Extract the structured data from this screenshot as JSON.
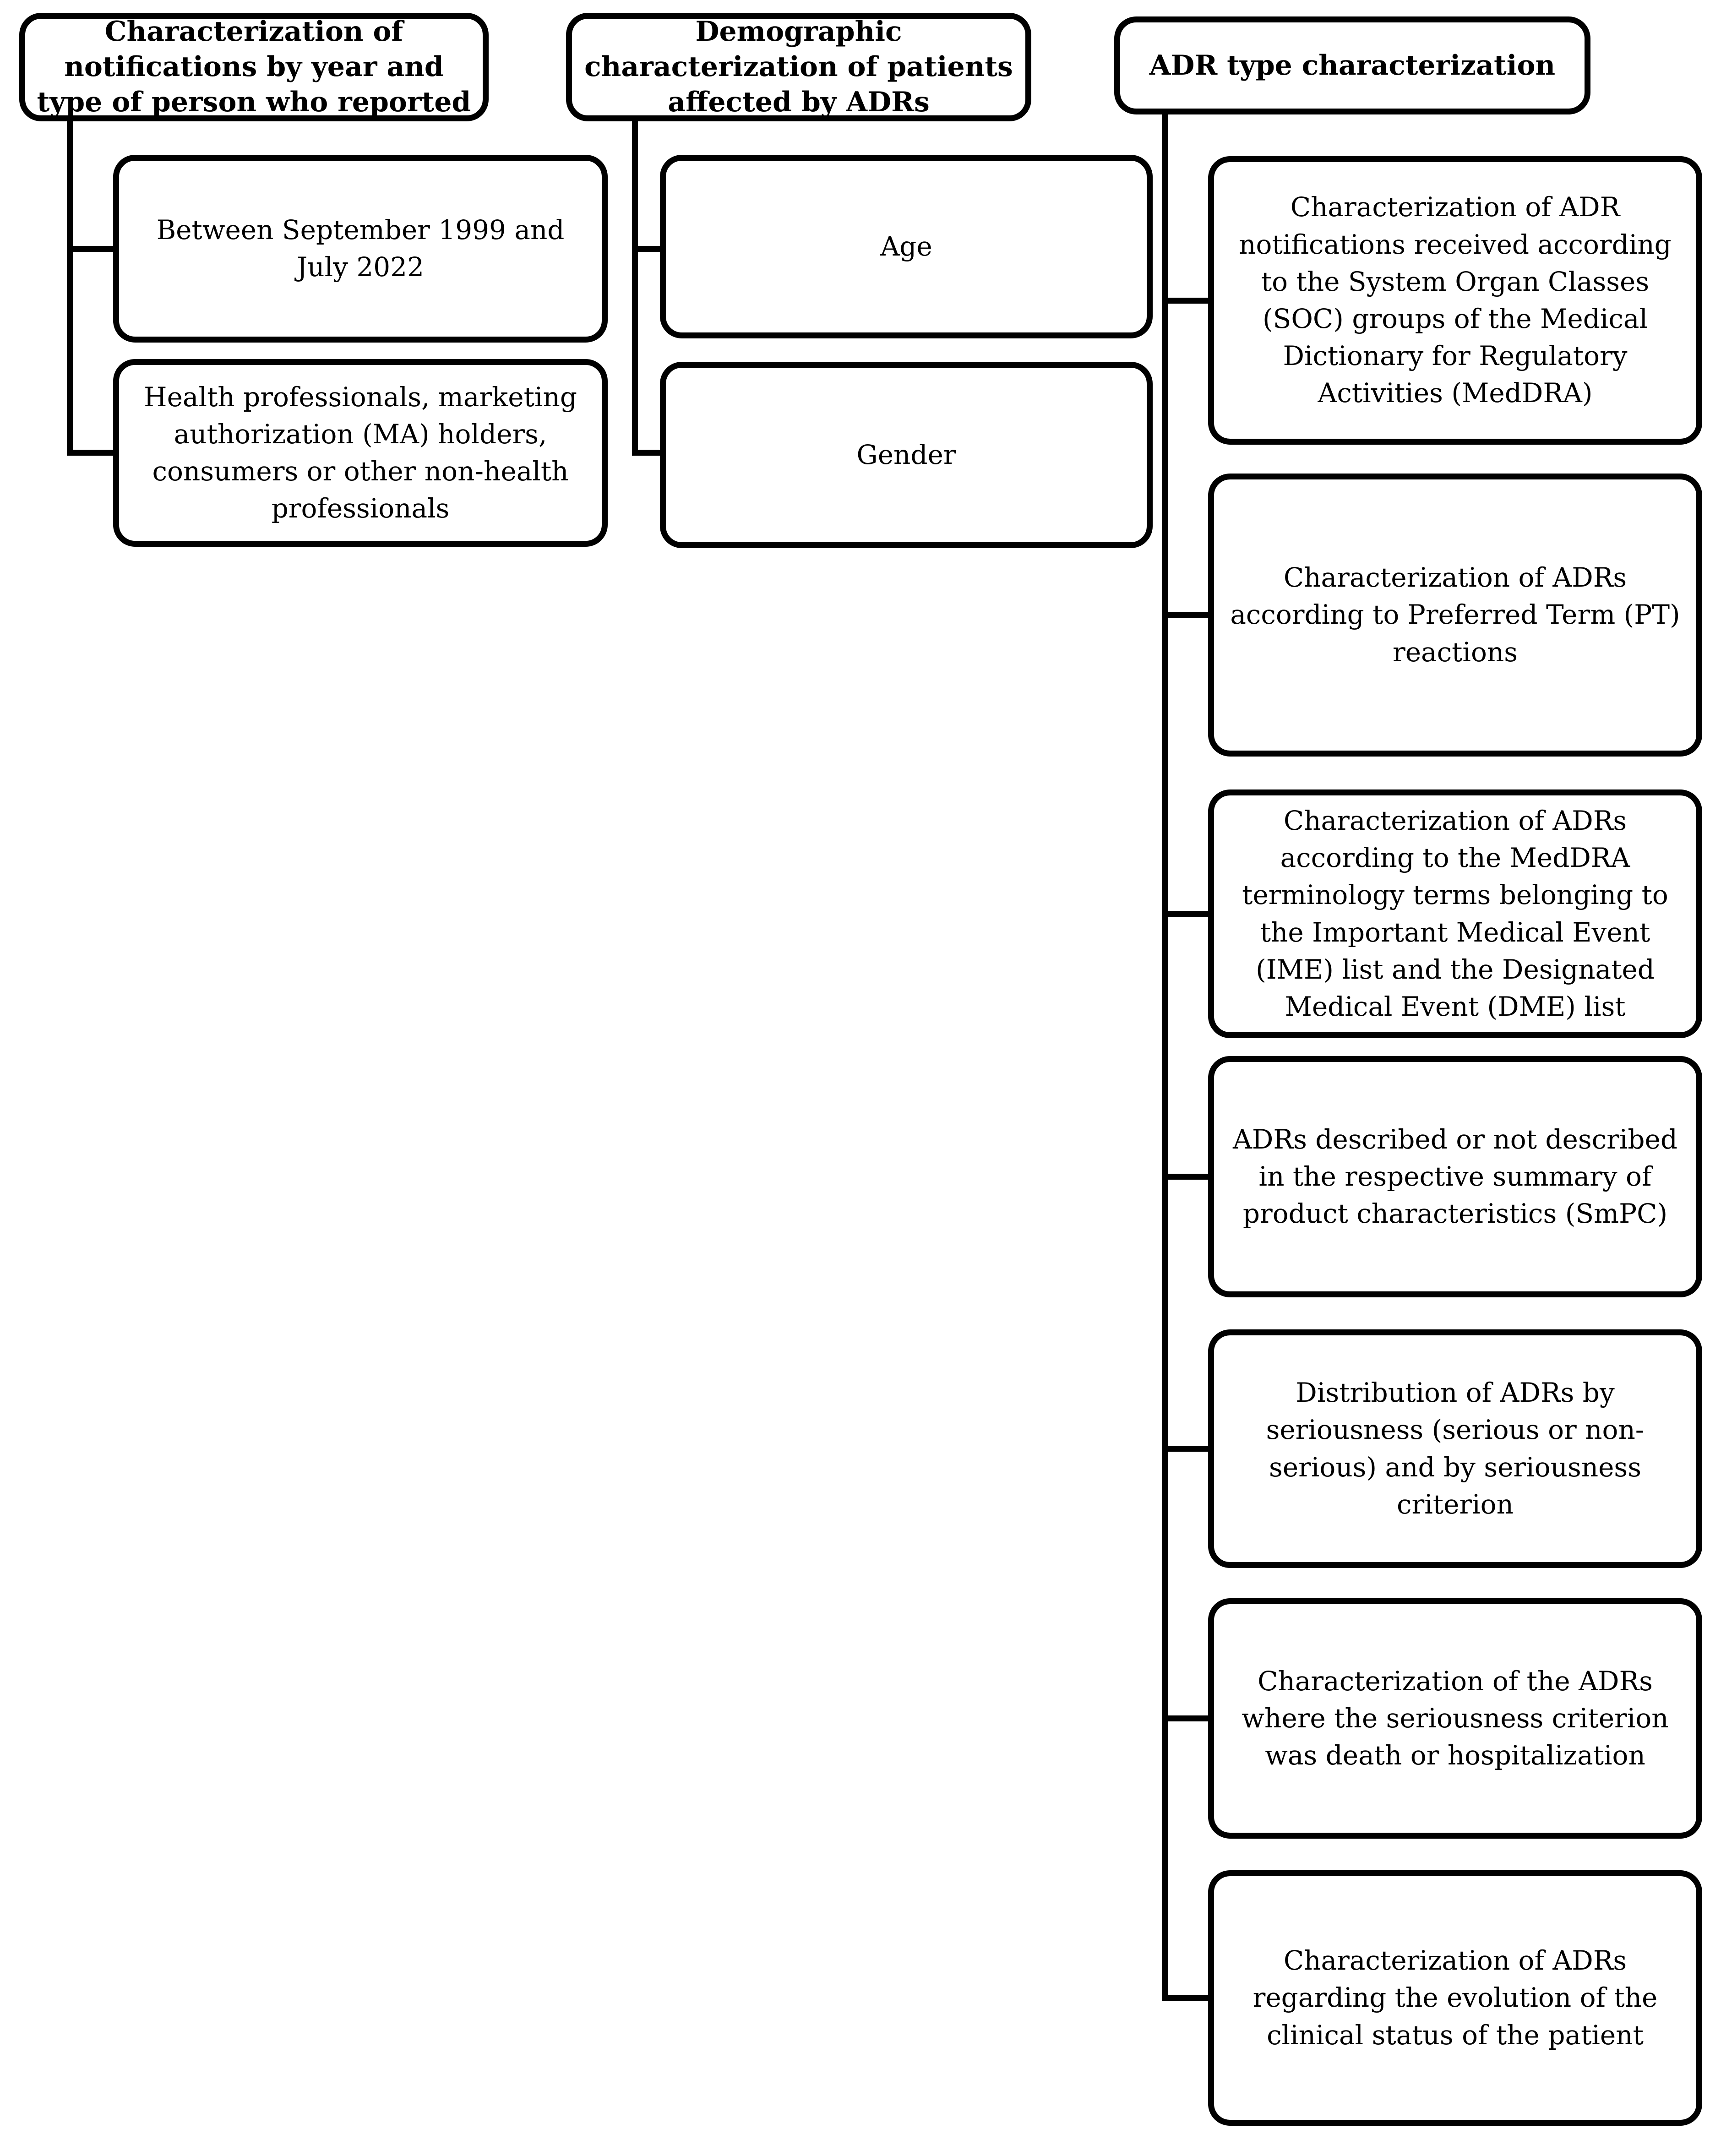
{
  "diagram": {
    "title": "Study characterization flow diagram",
    "colors": {
      "border": "#000000",
      "background": "#ffffff",
      "text": "#000000"
    },
    "columns": [
      {
        "header": "Characterization of notifications by year and type of person who reported",
        "children": [
          "Between September 1999 and July 2022",
          "Health professionals, marketing authorization (MA) holders, consumers or other non-health professionals"
        ]
      },
      {
        "header": "Demographic characterization of patients affected by ADRs",
        "children": [
          "Age",
          "Gender"
        ]
      },
      {
        "header": "ADR type characterization",
        "children": [
          "Characterization of ADR notifications received according to the System Organ Classes (SOC) groups of the Medical Dictionary for Regulatory Activities (MedDRA)",
          "Characterization of ADRs according to Preferred Term (PT) reactions",
          "Characterization of ADRs according to the MedDRA terminology terms belonging to the Important Medical Event (IME) list and the Designated Medical Event (DME) list",
          "ADRs described or not described in the respective summary of product characteristics (SmPC)",
          "Distribution of ADRs by seriousness (serious or non-serious) and by seriousness criterion",
          "Characterization of the ADRs where the seriousness criterion was death or hospitalization",
          "Characterization of ADRs regarding the evolution of the clinical status of the patient"
        ]
      }
    ]
  }
}
